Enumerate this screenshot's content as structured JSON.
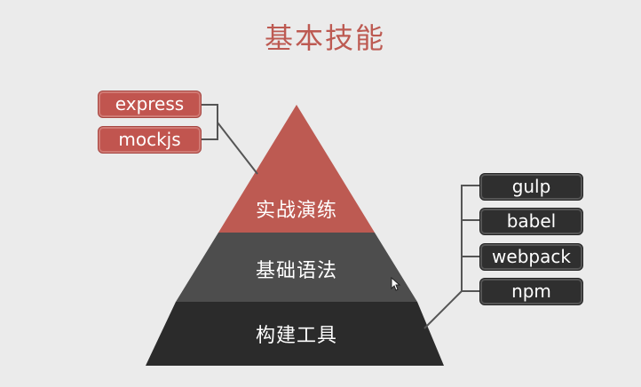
{
  "title": "基本技能",
  "pyramid": {
    "layers": [
      {
        "label": "实战演练",
        "color": "#bd5a52"
      },
      {
        "label": "基础语法",
        "color": "#4d4d4d"
      },
      {
        "label": "构建工具",
        "color": "#2b2b2b"
      }
    ]
  },
  "left_tags": [
    "express",
    "mockjs"
  ],
  "right_tags": [
    "gulp",
    "babel",
    "webpack",
    "npm"
  ],
  "colors": {
    "title": "#bd5a52",
    "red_tag": "#c1554f",
    "dark_tag": "#2f2f2f",
    "connector": "#555555",
    "background": "#ebebeb"
  }
}
